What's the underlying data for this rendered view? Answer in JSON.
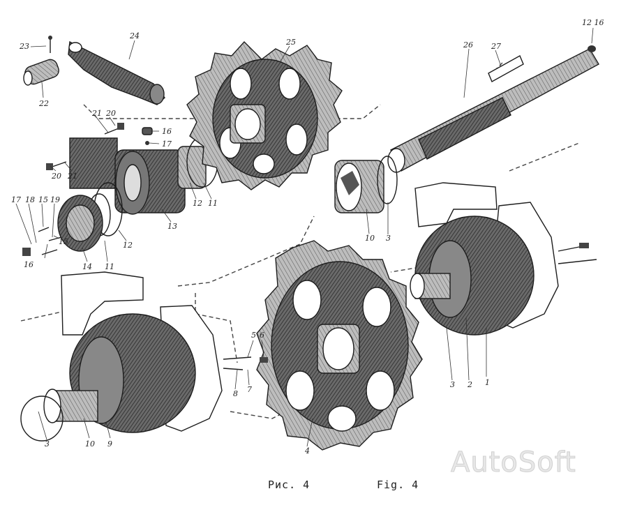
{
  "figure": {
    "caption_ru": "Рис. 4",
    "caption_en": "Fig. 4",
    "watermark": "AutoSoft"
  },
  "callouts": [
    "1",
    "2",
    "3",
    "3",
    "3",
    "4",
    "5",
    "6",
    "7",
    "8",
    "9",
    "10",
    "10",
    "11",
    "11",
    "12",
    "12",
    "13",
    "14",
    "15",
    "15",
    "16",
    "16",
    "17",
    "17",
    "18",
    "19",
    "20",
    "20",
    "21",
    "21",
    "22",
    "23",
    "24",
    "25",
    "26",
    "27",
    "12 16"
  ],
  "colors": {
    "ink": "#1d1d1d",
    "shade": "#5a5a5a",
    "paper": "#ffffff",
    "watermark": "#e8e8e8"
  }
}
